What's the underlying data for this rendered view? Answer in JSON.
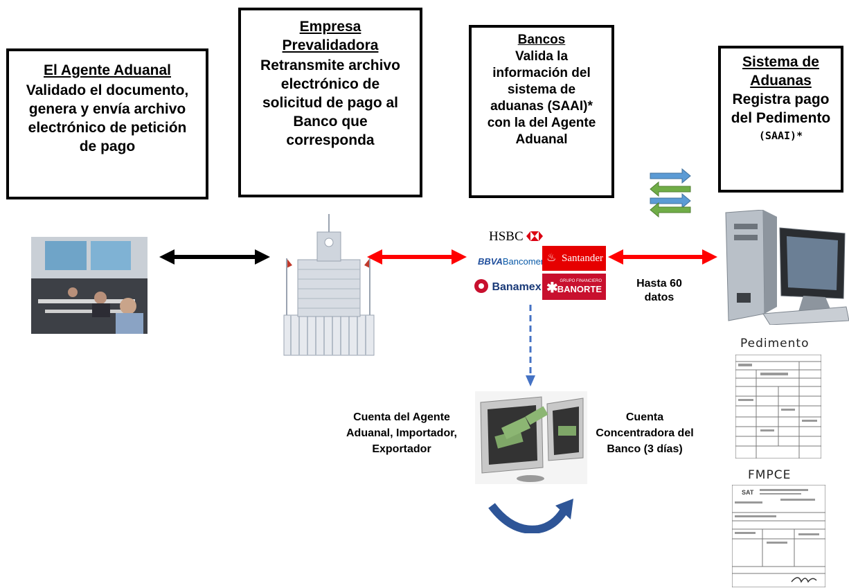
{
  "boxes": {
    "agente": {
      "heading": "El Agente Aduanal",
      "body": "Validado el documento, genera y envía archivo electrónico de petición de pago"
    },
    "empresa": {
      "heading": "Empresa Prevalidadora",
      "body": "Retransmite archivo electrónico de solicitud de pago al Banco que corresponda"
    },
    "bancos": {
      "heading": "Bancos",
      "body": "Valida la información del sistema de aduanas (SAAI)* con la del Agente Aduanal"
    },
    "sistema": {
      "heading": "Sistema de Aduanas",
      "body": "Registra pago del Pedimento",
      "note": "(SAAI)*"
    }
  },
  "bank_logos": {
    "hsbc": "HSBC",
    "bbva_a": "BBVA",
    "bbva_b": "Bancomer",
    "santander": "Santander",
    "banamex": "Banamex",
    "banorte_top": "GRUPO FINANCIERO",
    "banorte": "BANORTE"
  },
  "labels": {
    "hasta": "Hasta 60 datos",
    "cuenta_agente": "Cuenta del Agente Aduanal, Importador, Exportador",
    "cuenta_concentradora": "Cuenta Concentradora del Banco (3 días)"
  },
  "documents": {
    "pedimento": "Pedimento",
    "fmpce": "FMPCE",
    "sat": "SAT"
  },
  "colors": {
    "black_arrow": "#000000",
    "red_arrow": "#ff0000",
    "blue_arrow": "#5b9bd5",
    "green_arrow": "#70ad47",
    "dashed_arrow": "#4472c4",
    "curved_arrow": "#2e5597"
  }
}
